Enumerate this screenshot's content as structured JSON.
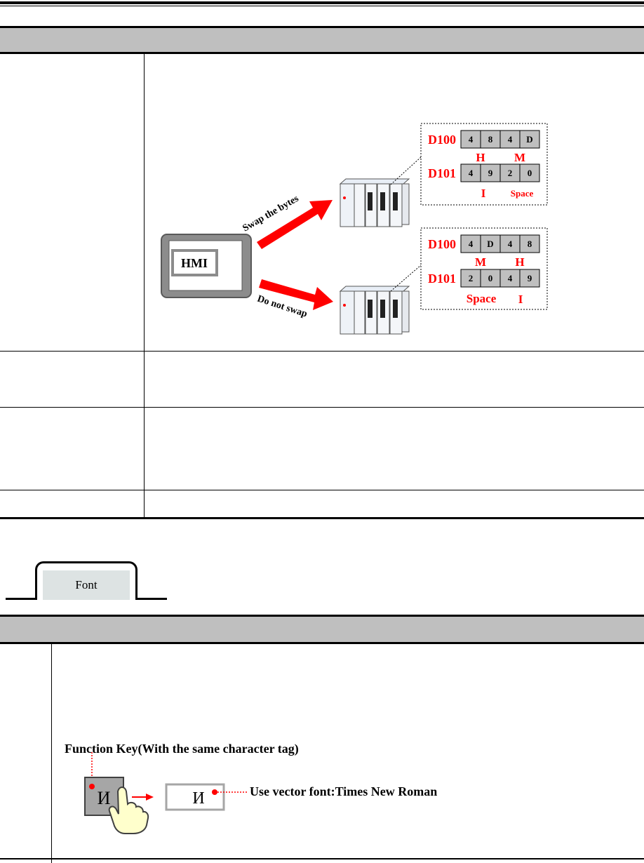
{
  "swap_figure": {
    "hmi_label": "HMI",
    "swap_arrow_label": "Swap the bytes",
    "noswap_arrow_label": "Do not swap",
    "swapped": {
      "rows": [
        {
          "register": "D100",
          "cells": [
            "4",
            "8",
            "4",
            "D"
          ],
          "chars": [
            "H",
            "M"
          ]
        },
        {
          "register": "D101",
          "cells": [
            "4",
            "9",
            "2",
            "0"
          ],
          "chars": [
            "I",
            "Space"
          ]
        }
      ]
    },
    "not_swapped": {
      "rows": [
        {
          "register": "D100",
          "cells": [
            "4",
            "D",
            "4",
            "8"
          ],
          "chars": [
            "M",
            "H"
          ]
        },
        {
          "register": "D101",
          "cells": [
            "2",
            "0",
            "4",
            "9"
          ],
          "chars": [
            "Space",
            "I"
          ]
        }
      ]
    },
    "accent_color": "#ff0000"
  },
  "font_tab": {
    "label": "Font"
  },
  "font_figure": {
    "function_key_label": "Function Key(With the same character tag)",
    "key_char": "И",
    "result_char": "И",
    "vector_font_label": "Use vector font:Times New Roman"
  }
}
